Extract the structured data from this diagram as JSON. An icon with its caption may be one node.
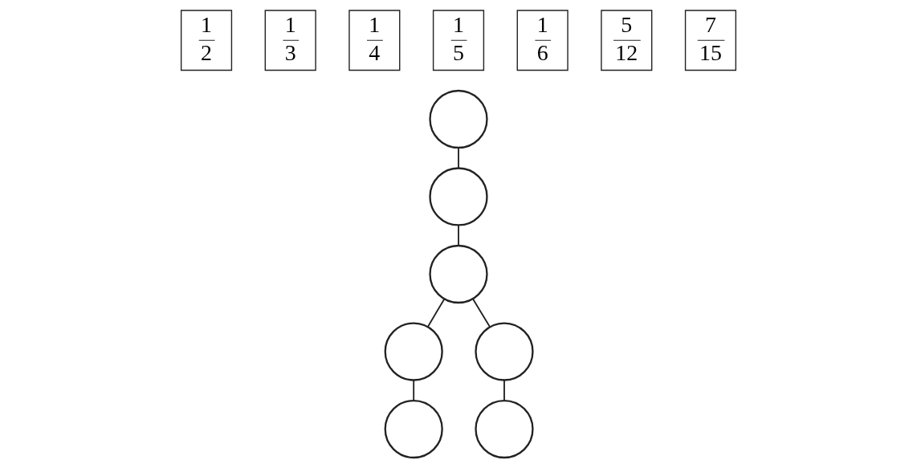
{
  "diagram": {
    "nodes": [
      {
        "text": [
          "1",
          "2"
        ]
      },
      {
        "text": [
          "1",
          "3"
        ]
      },
      {
        "text": [
          "1",
          "4"
        ]
      },
      {
        "text": [
          "1",
          "5"
        ]
      },
      {
        "text": [
          "1",
          "6"
        ]
      },
      {
        "text": [
          "5",
          "12"
        ]
      },
      {
        "text": [
          "7",
          "15"
        ]
      },
      {
        "text": [],
        "shape": "circle"
      },
      {
        "text": [],
        "shape": "circle"
      },
      {
        "text": [],
        "shape": "circle"
      },
      {
        "text": [],
        "shape": "circle"
      },
      {
        "text": [],
        "shape": "circle"
      },
      {
        "text": [],
        "shape": "circle"
      },
      {
        "text": [],
        "shape": "circle"
      }
    ],
    "edges": [
      {
        "from": 7,
        "to": 8,
        "arrow": "none"
      },
      {
        "from": 8,
        "to": 9,
        "arrow": "none"
      },
      {
        "from": 9,
        "to": 10,
        "arrow": "none"
      },
      {
        "from": 10,
        "to": 12,
        "arrow": "none"
      },
      {
        "from": 9,
        "to": 11,
        "arrow": "none"
      },
      {
        "from": 11,
        "to": 13,
        "arrow": "none"
      }
    ]
  }
}
